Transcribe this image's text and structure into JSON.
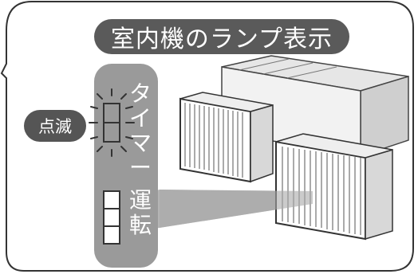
{
  "title": "室内機のランプ表示",
  "badge": "点滅",
  "lamps": {
    "timer": {
      "label": "タイマー",
      "chars": [
        "タ",
        "イ",
        "マ",
        "ー"
      ],
      "state": "blinking"
    },
    "run": {
      "label": "運転",
      "chars": [
        "運",
        "転"
      ],
      "state": "off"
    }
  },
  "colors": {
    "panel": "#9a9a9a",
    "badge": "#555555",
    "title_bg": "#5a5a5a",
    "frame": "#333333",
    "highlight_beam": "#a8a8a8"
  }
}
